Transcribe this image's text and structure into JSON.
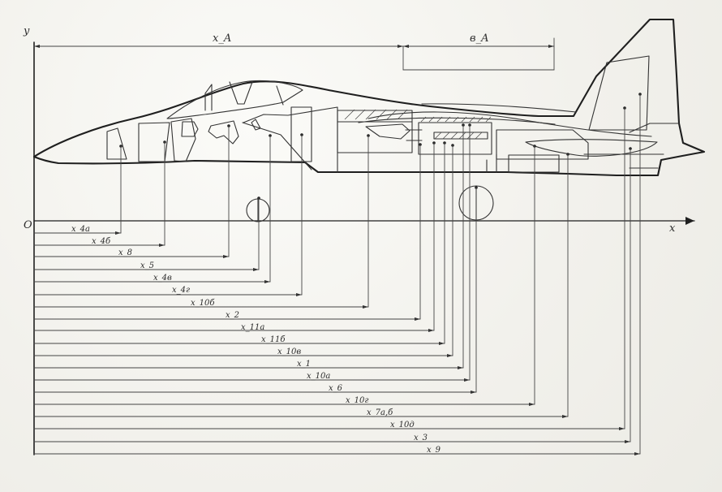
{
  "diagram": {
    "axis_labels": {
      "y": "y",
      "x": "x",
      "origin": "O"
    },
    "top_dimensions": {
      "xa": "x_A",
      "ba": "в_A"
    },
    "dimension_labels": [
      "x_4a",
      "x_4б",
      "x_8",
      "x_5",
      "x_4в",
      "x_4г",
      "x_10б",
      "x_2",
      "x_11а",
      "x_11б",
      "x_10в",
      "x_1",
      "x_10а",
      "x_6",
      "x_10г",
      "x_7а,б",
      "x_10д",
      "x_3",
      "x_9"
    ]
  }
}
